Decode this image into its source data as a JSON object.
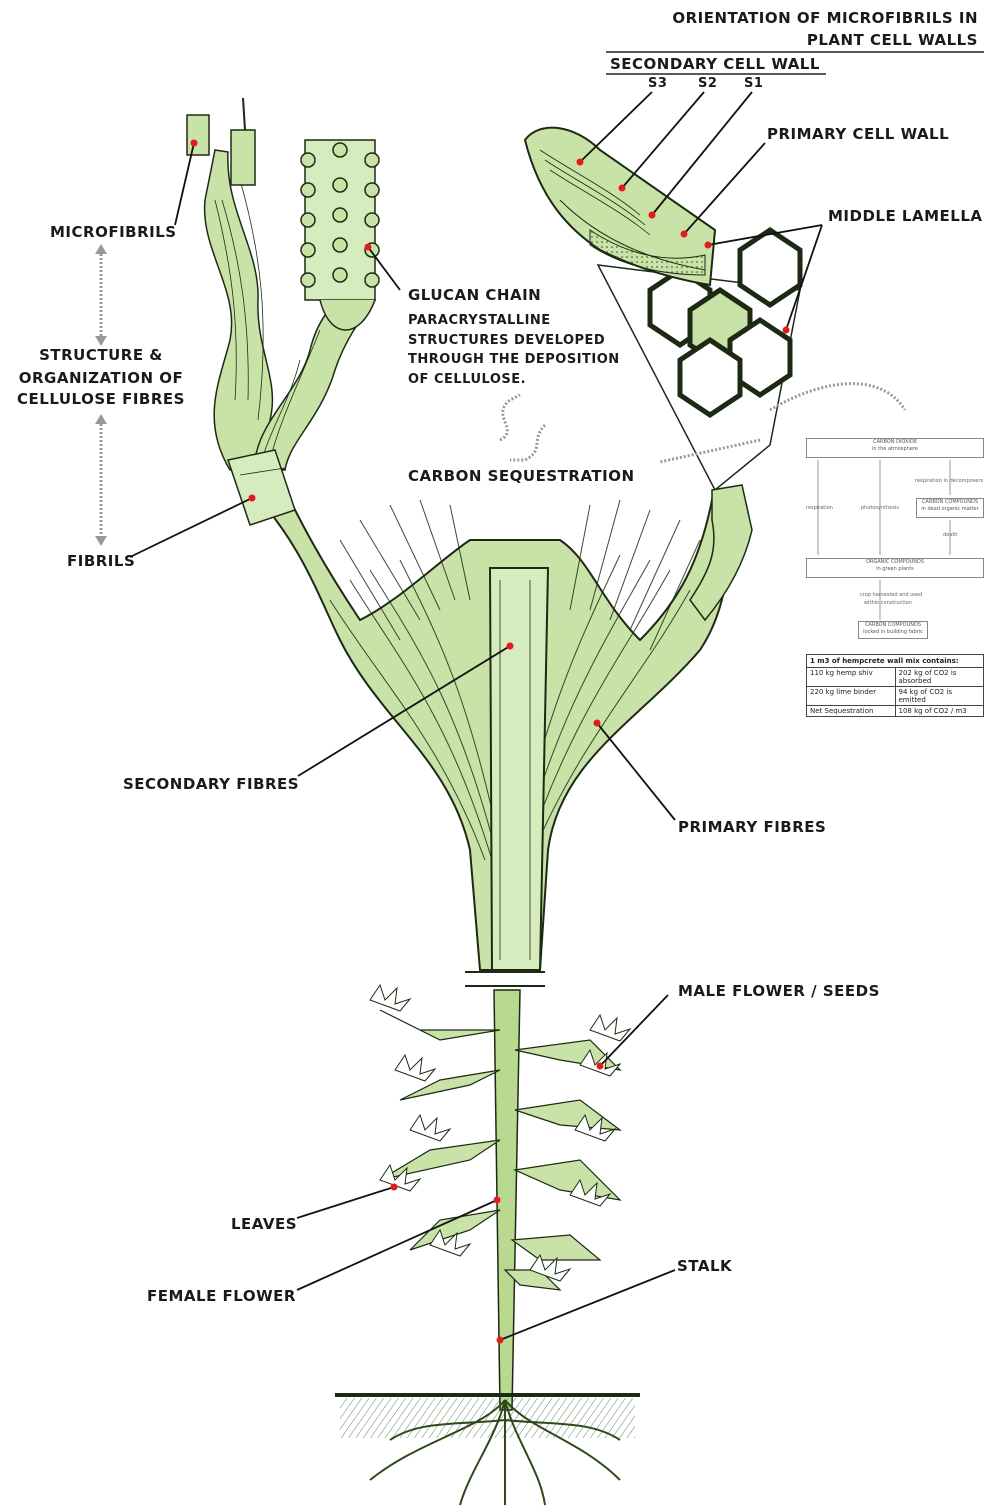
{
  "title": {
    "line1": "ORIENTATION OF MICROFIBRILS IN",
    "line2": "PLANT CELL WALLS"
  },
  "secondary_cell_wall": "SECONDARY CELL WALL",
  "layers": [
    "S3",
    "S2",
    "S1"
  ],
  "labels": {
    "primary_cell_wall": "PRIMARY CELL WALL",
    "middle_lamella": "MIDDLE LAMELLA",
    "microfibrils": "MICROFIBRILS",
    "structure_line1": "STRUCTURE &",
    "structure_line2": "ORGANIZATION OF",
    "structure_line3": "CELLULOSE FIBRES",
    "glucan_chain": "GLUCAN CHAIN",
    "para_line1": "PARACRYSTALLINE",
    "para_line2": "STRUCTURES DEVELOPED",
    "para_line3": "THROUGH THE DEPOSITION",
    "para_line4": "OF CELLULOSE.",
    "carbon_sequestration": "CARBON SEQUESTRATION",
    "fibrils": "FIBRILS",
    "secondary_fibres": "SECONDARY FIBRES",
    "primary_fibres": "PRIMARY FIBRES",
    "male_flower": "MALE FLOWER / SEEDS",
    "leaves": "LEAVES",
    "female_flower": "FEMALE FLOWER",
    "stalk": "STALK"
  },
  "cycle": {
    "co2": "CARBON DIOXIDE",
    "co2_sub": "in the atmosphere",
    "respiration": "respiration",
    "photosynthesis": "photosynthesis",
    "decomp": "respiration in decomposers",
    "compounds": "CARBON COMPOUNDS",
    "compounds_sub": "in dead organic matter",
    "death": "death",
    "organic": "ORGANIC COMPOUNDS",
    "organic_sub": "in green plants",
    "harvest": "crop harvested and used",
    "harvest2": "within construction",
    "locked": "CARBON COMPOUNDS",
    "locked_sub": "locked in building fabric"
  },
  "table": {
    "header": "1 m3 of hempcrete wall mix contains:",
    "rows": [
      [
        "110 kg hemp shiv",
        "202 kg of CO2 is absorbed"
      ],
      [
        "220 kg lime binder",
        "94 kg of CO2 is emitted"
      ],
      [
        "Net Sequestration",
        "108 kg of CO2 / m3"
      ]
    ]
  },
  "colors": {
    "fibre_green": "#c7e3a5",
    "ink": "#1c2a14",
    "marker": "#e41b1b",
    "plant_dark": "#2e4a1c"
  }
}
